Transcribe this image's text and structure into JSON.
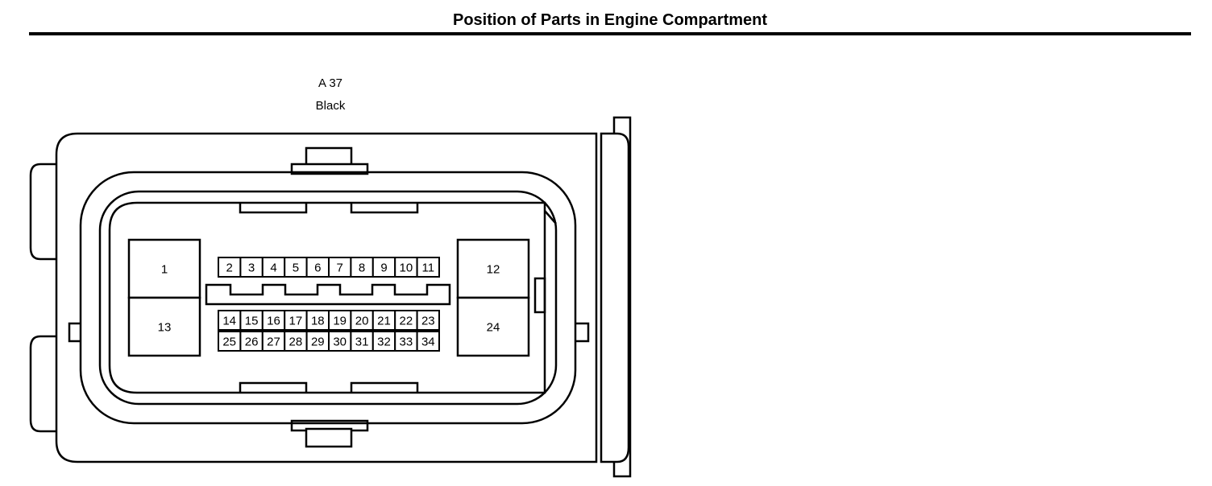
{
  "header": {
    "title": "Position of Parts in Engine Compartment"
  },
  "connector": {
    "code": "A 37",
    "color": "Black",
    "big_pins_left": [
      "1",
      "13"
    ],
    "big_pins_right": [
      "12",
      "24"
    ],
    "small_row_1": [
      "2",
      "3",
      "4",
      "5",
      "6",
      "7",
      "8",
      "9",
      "10",
      "11"
    ],
    "small_row_2": [
      "14",
      "15",
      "16",
      "17",
      "18",
      "19",
      "20",
      "21",
      "22",
      "23"
    ],
    "small_row_3": [
      "25",
      "26",
      "27",
      "28",
      "29",
      "30",
      "31",
      "32",
      "33",
      "34"
    ]
  }
}
